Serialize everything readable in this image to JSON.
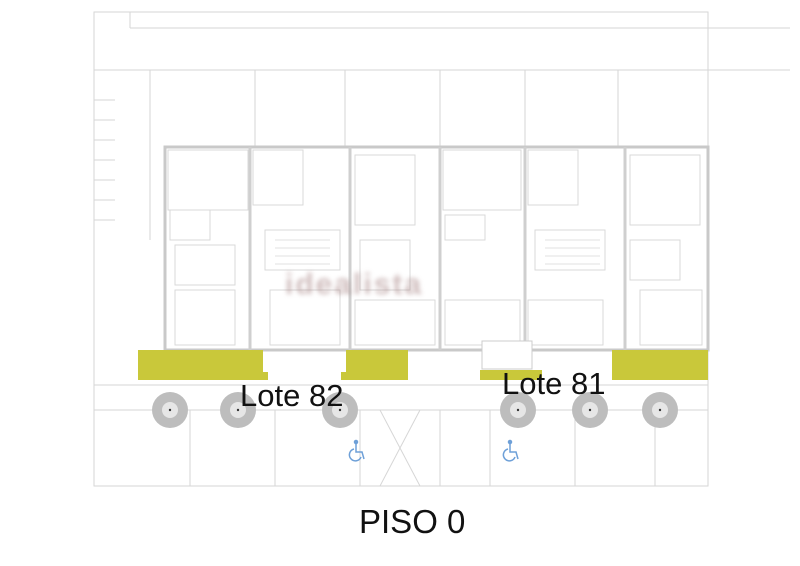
{
  "plan": {
    "floor_title": "PISO 0",
    "lots": [
      {
        "label": "Lote 82"
      },
      {
        "label": "Lote 81"
      }
    ],
    "watermark": "idealista",
    "colors": {
      "green_area": "#c9c83a",
      "wall": "#c9c9c9",
      "line": "#d6d6d6",
      "accessibility": "#6ea0d8",
      "tree": "#bdbdbd"
    },
    "accessible_parking_count": 2,
    "tree_count": 6
  }
}
